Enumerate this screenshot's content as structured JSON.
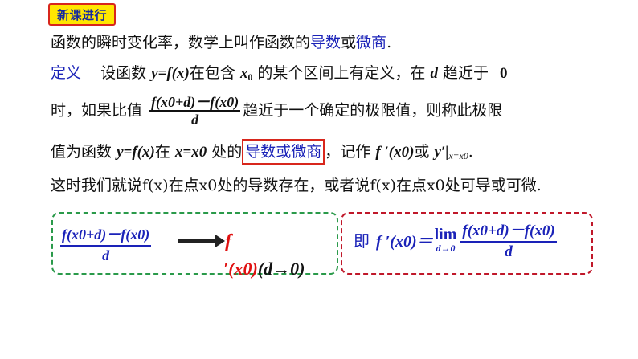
{
  "badge": {
    "label": "新课进行"
  },
  "line1": {
    "prefix": "函数的瞬时变化率，数学上叫作函数的",
    "term1": "导数",
    "or": "或",
    "term2": "微商",
    "suffix": "."
  },
  "definition": {
    "label": "定义",
    "text_a": "设函数",
    "func": "y=f(x)",
    "text_b": "在包含",
    "x": "x",
    "sub0": "0",
    "text_c": "的某个区间上有定义，在",
    "d": "d",
    "text_d": "趋近于",
    "zero": "0"
  },
  "line3": {
    "text_a": "时，如果比值",
    "frac_num": "f(x0+d)－f(x0)",
    "frac_den": "d",
    "text_b": "趋近于一个确定的极限值，则称此极限"
  },
  "line4": {
    "text_a": "值为函数",
    "func": "y=f(x)",
    "text_b": "在",
    "cond": "x=x0",
    "text_c": "处的",
    "highlight": "导数或微商",
    "text_d": "，记作",
    "notation1": "f ′(x0)",
    "or": "或",
    "notation2": "y′|",
    "notation2_sub": "x=x0",
    "end": "."
  },
  "line5": {
    "text": "这时我们就说f(x)在点x0处的导数存在，或者说f(x)在点x0处可导或可微."
  },
  "green_box": {
    "frac_num": "f(x0+d)－f(x0)",
    "frac_den": "d",
    "result_f": "f",
    "result_rest": "′(x0)",
    "condition": "(d→0)"
  },
  "red_box": {
    "prefix": "即",
    "lhs": "f ′(x0)＝",
    "lim": "lim",
    "lim_sub": "d→0",
    "frac_num": "f(x0+d)－f(x0)",
    "frac_den": "d"
  },
  "colors": {
    "blue": "#1a22b8",
    "red": "#e01010",
    "green_dash": "#2a9a4a",
    "red_dash": "#c0182a",
    "badge_bg": "#ffe600"
  }
}
